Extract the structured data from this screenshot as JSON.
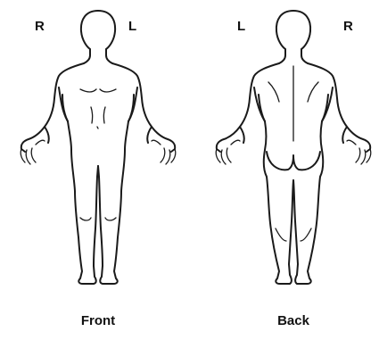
{
  "front": {
    "view_label": "Front",
    "left_side_label": "R",
    "right_side_label": "L"
  },
  "back": {
    "view_label": "Back",
    "left_side_label": "L",
    "right_side_label": "R"
  },
  "colors": {
    "outline": "#1a1a1a",
    "text": "#111111",
    "background": "#ffffff"
  }
}
